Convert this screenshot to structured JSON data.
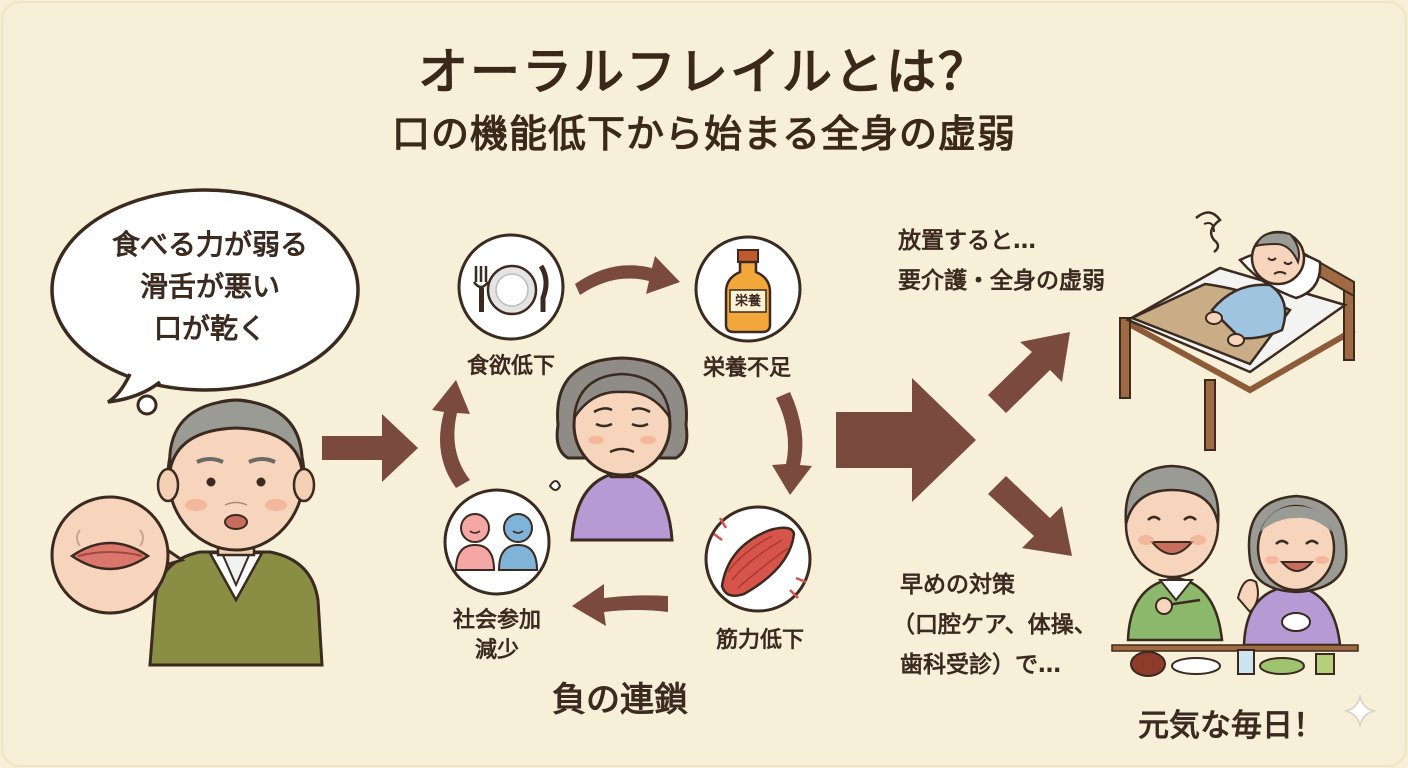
{
  "header": {
    "title": "オーラルフレイルとは？",
    "subtitle": "口の機能低下から始まる全身の虚弱"
  },
  "speech_bubble": {
    "lines": [
      "食べる力が弱る",
      "滑舌が悪い",
      "口が乾く"
    ]
  },
  "cycle": {
    "items": [
      {
        "label": "食欲低下",
        "icon": "plate-cutlery-icon"
      },
      {
        "label": "栄養不足",
        "icon": "supplement-bottle-icon",
        "bottle_text": "栄養"
      },
      {
        "label": "筋力低下",
        "icon": "muscle-icon"
      },
      {
        "label_line1": "社会参加",
        "label_line2": "減少",
        "icon": "people-icon"
      }
    ],
    "center_icon": "worried-woman-icon",
    "caption": "負の連鎖"
  },
  "outcomes": {
    "bad": {
      "line1": "放置すると…",
      "line2": "要介護・全身の虚弱",
      "icon": "bedridden-person-icon"
    },
    "good": {
      "line1": "早めの対策",
      "line2": "（口腔ケア、体操、",
      "line3": "歯科受診）で…",
      "caption": "元気な毎日！",
      "icon": "happy-couple-eating-icon"
    }
  },
  "colors": {
    "background": "#f8efd9",
    "arrow": "#7b4a3e",
    "text": "#3a2819"
  }
}
